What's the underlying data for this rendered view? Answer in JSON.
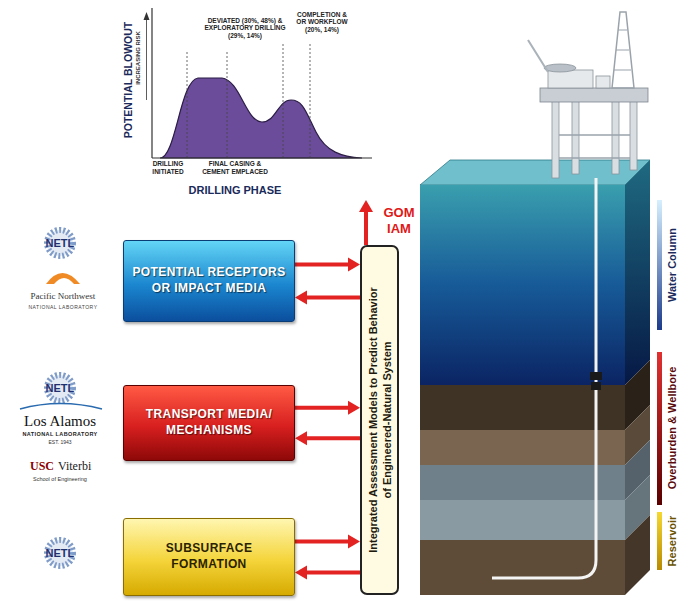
{
  "diagram": {
    "nodes": [
      {
        "text": [
          "POTENTIAL BLOWOUT",
          "INCREASING RISK",
          "DRILLING PHASE",
          "DRILLING INITIATED",
          "FINAL CASING & CEMENT EMPLACED",
          "DEVIATED (30%, 48%) & EXPLORATORY DRILLING (29%, 14%)",
          "COMPLETION & OR WORKFLOW (20%, 14%)"
        ]
      },
      {
        "text": [
          "POTENTIAL RECEPTORS OR IMPACT MEDIA"
        ]
      },
      {
        "text": [
          "TRANSPORT MEDIA/ MECHANISMS"
        ]
      },
      {
        "text": [
          "SUBSURFACE FORMATION"
        ]
      },
      {
        "text": [
          "Integrated Assessment Models to Predict Behavior of Engineered-Natural System"
        ]
      }
    ],
    "edges": [
      {
        "from": 1,
        "to": 4,
        "arrow": "to"
      },
      {
        "from": 4,
        "to": 1,
        "arrow": "to"
      },
      {
        "from": 2,
        "to": 4,
        "arrow": "to"
      },
      {
        "from": 4,
        "to": 2,
        "arrow": "to"
      },
      {
        "from": 3,
        "to": 4,
        "arrow": "to"
      },
      {
        "from": 4,
        "to": 3,
        "arrow": "to"
      },
      {
        "from": 4,
        "to": 0,
        "arrow": "to"
      }
    ],
    "labels": [
      "GOM IAM",
      "NETL",
      "Pacific Northwest",
      "NATIONAL LABORATORY",
      "NETL",
      "Los Alamos",
      "NATIONAL LABORATORY",
      "EST. 1943",
      "USC",
      "Viterbi",
      "School of Engineering",
      "NETL",
      "Water Column",
      "Overburden & Wellbore",
      "Reservoir"
    ]
  }
}
